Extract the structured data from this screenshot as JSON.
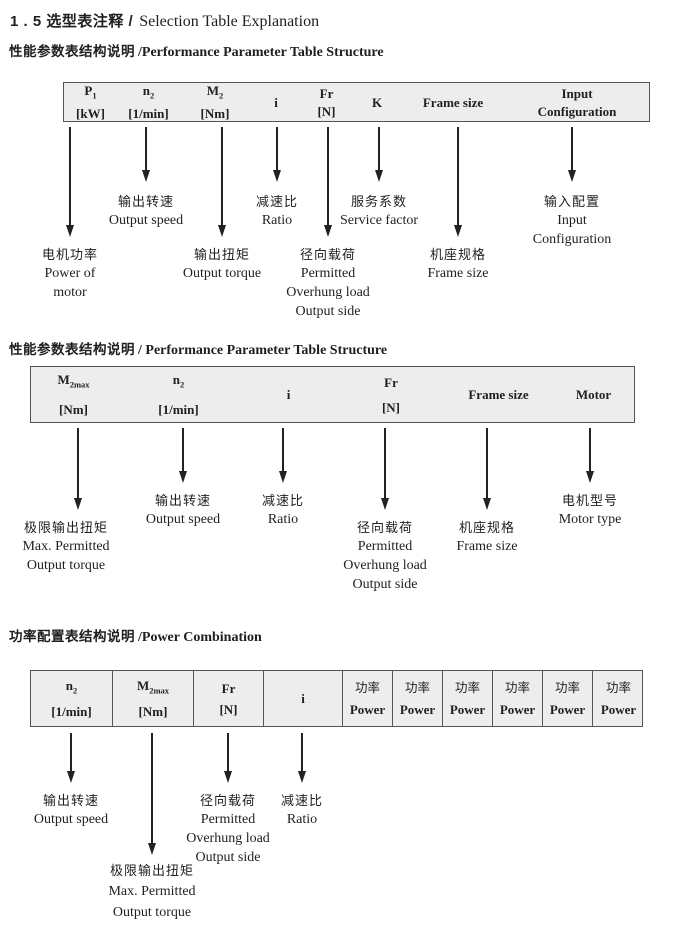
{
  "title": {
    "zh": "1 . 5 选型表注释 /",
    "en": "Selection Table Explanation"
  },
  "sections": [
    {
      "heading_zh": "性能参数表结构说明",
      "heading_en": "/Performance Parameter Table Structure",
      "cells": [
        {
          "l1": "P",
          "sub": "1",
          "l2": "[kW]"
        },
        {
          "l1": "n",
          "sub": "2",
          "l2": "[1/min]"
        },
        {
          "l1": "M",
          "sub": "2",
          "l2": "[Nm]"
        },
        {
          "l1": "i"
        },
        {
          "l1": "Fr",
          "l2": "[N]"
        },
        {
          "l1": "K"
        },
        {
          "l1": "Frame size"
        },
        {
          "l1": "Input",
          "l2": "Configuration"
        }
      ],
      "callouts": [
        {
          "lines": [
            "电机功率",
            "Power of",
            "motor"
          ]
        },
        {
          "lines": [
            "输出转速",
            "Output speed"
          ]
        },
        {
          "lines": [
            "输出扭矩",
            "Output torque"
          ]
        },
        {
          "lines": [
            "减速比",
            "Ratio"
          ]
        },
        {
          "lines": [
            "径向载荷",
            "Permitted",
            "Overhung load",
            "Output side"
          ]
        },
        {
          "lines": [
            "服务系数",
            "Service factor"
          ]
        },
        {
          "lines": [
            "机座规格",
            "Frame size"
          ]
        },
        {
          "lines": [
            "输入配置",
            "Input",
            "Configuration"
          ]
        }
      ]
    },
    {
      "heading_zh": "性能参数表结构说明",
      "heading_en": "/ Performance Parameter Table Structure",
      "cells": [
        {
          "l1": "M",
          "sub": "2max",
          "l2": "[Nm]"
        },
        {
          "l1": "n",
          "sub": "2",
          "l2": "[1/min]"
        },
        {
          "l1": "i"
        },
        {
          "l1": "Fr",
          "l2": "[N]"
        },
        {
          "l1": "Frame size"
        },
        {
          "l1": "Motor"
        }
      ],
      "callouts": [
        {
          "lines": [
            "极限输出扭矩",
            "Max. Permitted",
            "Output  torque"
          ]
        },
        {
          "lines": [
            "输出转速",
            "Output speed"
          ]
        },
        {
          "lines": [
            "减速比",
            "Ratio"
          ]
        },
        {
          "lines": [
            "径向载荷",
            "Permitted",
            "Overhung load",
            "Output side"
          ]
        },
        {
          "lines": [
            "机座规格",
            "Frame size"
          ]
        },
        {
          "lines": [
            "电机型号",
            "Motor type"
          ]
        }
      ]
    },
    {
      "heading_zh": "功率配置表结构说明",
      "heading_en": "/Power Combination",
      "cells": [
        {
          "l1": "n",
          "sub": "2",
          "l2": "[1/min]"
        },
        {
          "l1": "M",
          "sub": "2max",
          "l2": "[Nm]"
        },
        {
          "l1": "Fr",
          "l2": "[N]"
        },
        {
          "l1": "i"
        },
        {
          "zh": "功率",
          "l2": "Power"
        },
        {
          "zh": "功率",
          "l2": "Power"
        },
        {
          "zh": "功率",
          "l2": "Power"
        },
        {
          "zh": "功率",
          "l2": "Power"
        },
        {
          "zh": "功率",
          "l2": "Power"
        },
        {
          "zh": "功率",
          "l2": "Power"
        }
      ],
      "callouts": [
        {
          "lines": [
            "输出转速",
            "Output speed"
          ]
        },
        {
          "lines": [
            "极限输出扭矩",
            "Max. Permitted",
            "Output  torque"
          ]
        },
        {
          "lines": [
            "径向载荷",
            "Permitted",
            "Overhung load",
            "Output side"
          ]
        },
        {
          "lines": [
            "减速比",
            "Ratio"
          ]
        }
      ]
    }
  ]
}
